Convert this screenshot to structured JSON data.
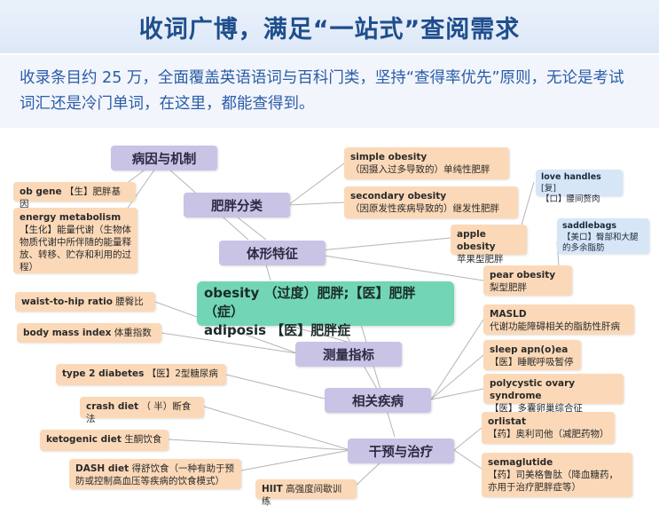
{
  "header": {
    "title": "收词广博，满足“一站式”查阅需求"
  },
  "intro": {
    "text": "收录条目约 25 万，全面覆盖英语语词与百科门类，坚持“查得率优先”原则，无论是考试词汇还是冷门单词，在这里，都能查得到。"
  },
  "center": {
    "line1": "obesity （过度）肥胖;【医】肥胖（症）",
    "line2": "adiposis 【医】肥胖症"
  },
  "categories": {
    "cause": "病因与机制",
    "type": "肥胖分类",
    "body": "体形特征",
    "measure": "测量指标",
    "related": "相关疾病",
    "treat": "干预与治疗"
  },
  "leaves": {
    "ob_gene": {
      "term": "ob gene",
      "def": "【生】肥胖基因"
    },
    "energy": {
      "term": "energy metabolism",
      "def": "【生化】能量代谢（生物体物质代谢中所伴随的能量释放、转移、贮存和利用的过程）"
    },
    "simple": {
      "term": "simple obesity",
      "def": "（因摄入过多导致的）单纯性肥胖"
    },
    "secondary": {
      "term": "secondary obesity",
      "def": "（因原发性疾病导致的）继发性肥胖"
    },
    "apple": {
      "term": "apple obesity",
      "def": "苹果型肥胖"
    },
    "pear": {
      "term": "pear obesity",
      "def": "梨型肥胖"
    },
    "whr": {
      "term": "waist-to-hip ratio",
      "def": "腰臀比"
    },
    "bmi": {
      "term": "body mass index",
      "def": "体重指数"
    },
    "masld": {
      "term": "MASLD",
      "def": "代谢功能障碍相关的脂肪性肝病"
    },
    "sleep": {
      "term": "sleep apn(o)ea",
      "def": "【医】睡眠呼吸暂停"
    },
    "pcos": {
      "term": "polycystic ovary syndrome",
      "def": "【医】多囊卵巢综合征"
    },
    "t2d": {
      "term": "type 2 diabetes",
      "def": "【医】2型糖尿病"
    },
    "crash": {
      "term": "crash diet",
      "def": "（ 半）断食法"
    },
    "keto": {
      "term": "ketogenic diet",
      "def": "生酮饮食"
    },
    "dash": {
      "term": "DASH diet",
      "def": "得舒饮食（一种有助于预防或控制高血压等疾病的饮食模式）"
    },
    "hiit": {
      "term": "HIIT",
      "def": "高强度间歇训练"
    },
    "orlistat": {
      "term": "orlistat",
      "def": "【药】奥利司他（减肥药物）"
    },
    "sema": {
      "term": "semaglutide",
      "def": "【药】司美格鲁肽（降血糖药，亦用于治疗肥胖症等）"
    }
  },
  "sub": {
    "love": {
      "term": "love handles",
      "tag": "[复]",
      "def": "【口】腰间赘肉"
    },
    "saddle": {
      "term": "saddlebags",
      "def": "【美口】臀部和大腿的多余脂肪"
    }
  },
  "colors": {
    "category": "#c9c3e6",
    "leaf": "#fbd9b8",
    "sub_leaf": "#d6e6f7",
    "center": "#72d6b6",
    "title": "#1f4e8c",
    "intro_text": "#2a5ca8"
  }
}
